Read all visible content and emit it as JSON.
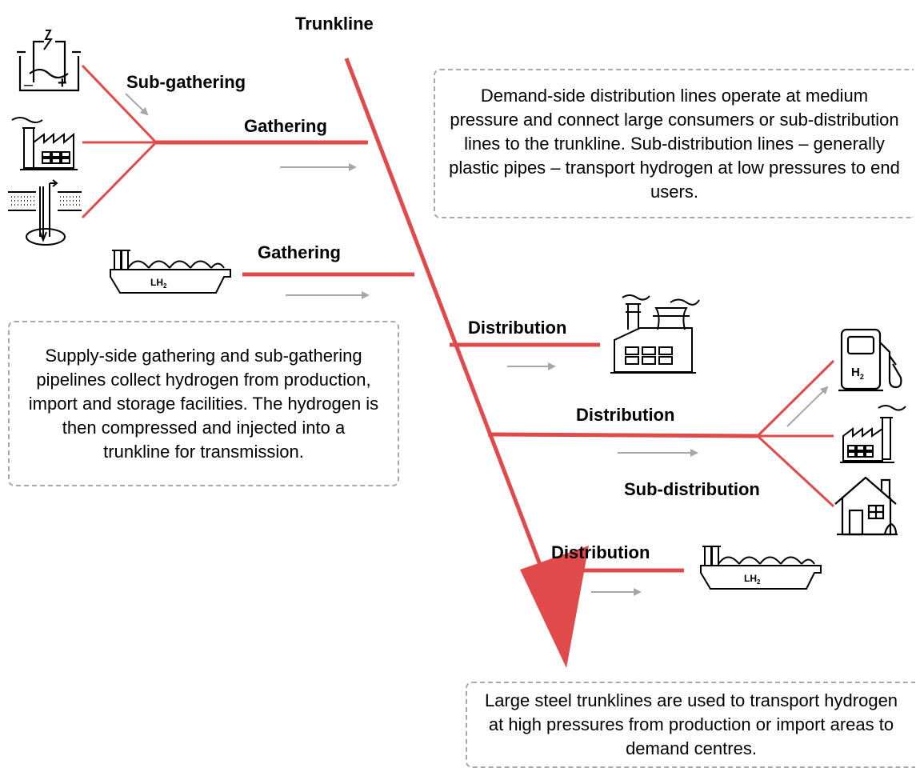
{
  "labels": {
    "trunkline": "Trunkline",
    "sub_gathering": "Sub-gathering",
    "gathering_1": "Gathering",
    "gathering_2": "Gathering",
    "distribution_1": "Distribution",
    "distribution_2": "Distribution",
    "sub_distribution": "Sub-distribution",
    "distribution_3": "Distribution"
  },
  "notes": {
    "demand_side": "Demand-side distribution lines operate at medium pressure and connect large consumers or sub-distribution lines to the trunkline. Sub-distribution lines – generally plastic pipes – transport hydrogen at low pressures to end users.",
    "supply_side": "Supply-side gathering and sub-gathering pipelines collect hydrogen from production, import and storage facilities. The hydrogen is then compressed and injected into a trunkline for transmission.",
    "trunkline": "Large steel trunklines are used to transport hydrogen at high pressures from production or import areas to demand centres."
  },
  "icon_text": {
    "lh2_ship_1": "LH2",
    "lh2_ship_2": "LH2",
    "h2_pump": "H2",
    "battery_minus": "–",
    "battery_plus": "+"
  },
  "icons": [
    "electrolyser-icon",
    "factory-icon",
    "underground-storage-icon",
    "lh2-ship-icon",
    "industrial-plant-icon",
    "hydrogen-pump-icon",
    "small-factory-icon",
    "house-icon"
  ],
  "colors": {
    "pipeline": "#e04a4a",
    "flow_arrow": "#a6a6a6",
    "note_border": "#a8a8a8",
    "icon_stroke": "#000000"
  }
}
